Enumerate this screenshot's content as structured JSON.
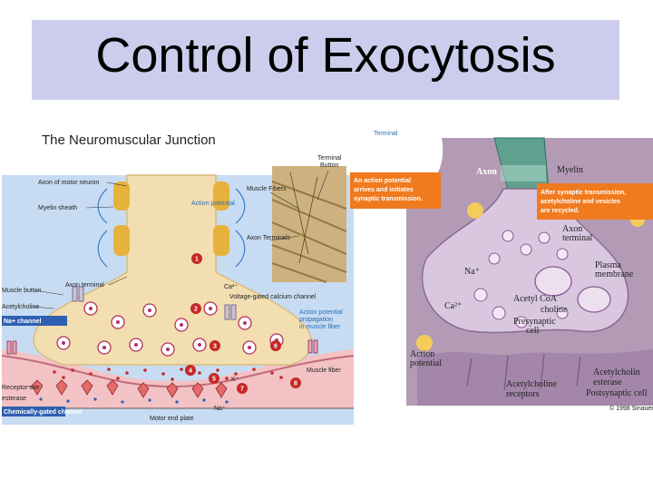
{
  "slide": {
    "title": "Control of Exocytosis"
  },
  "left_figure": {
    "title": "The Neuromuscular Junction",
    "labels": {
      "axon_motor_neuron": "Axon of motor neuron",
      "myelin_sheath": "Myelin sheath",
      "action_potential": "Action potential",
      "axon_terminal": "Axon terminal",
      "muscle_fibers": "Muscle Fibers",
      "axon_terminals": "Axon Terminals",
      "terminal_button_1": "Terminal",
      "terminal_button_2": "Button",
      "ca": "Ca²⁺",
      "voltage_gated_calcium": "Voltage-gated calcium channel",
      "muscle_button": "Muscle button",
      "acetylcholine": "Acetylcholine",
      "na_channel": "Na+ channel",
      "ap_propagation_1": "Action potential",
      "ap_propagation_2": "propagation",
      "ap_propagation_3": "in muscle fiber",
      "muscle_fiber": "Muscle fiber",
      "receptor_site": "Receptor site",
      "esterase": "esterase",
      "chem_gated_channel": "Chemically-gated channel",
      "na": "Na⁺",
      "k": "K⁺",
      "motor_end_plate": "Motor end plate"
    },
    "steps": [
      "1",
      "2",
      "3",
      "4",
      "5",
      "6",
      "7",
      "8"
    ]
  },
  "right_figure": {
    "labels": {
      "terminal": "Terminal",
      "axon": "Axon",
      "myelin": "Myelin",
      "note_left_1": "An action potential",
      "note_left_2": "arrives and initiates",
      "note_left_3": "synaptic transmission.",
      "note_right_1": "After synaptic transmission,",
      "note_right_2": "acetylcholine and vesicles",
      "note_right_3": "are recycled.",
      "axon_terminal_1": "Axon",
      "axon_terminal_2": "terminal",
      "na": "Na⁺",
      "ca": "Ca²⁺",
      "plasma_membrane_1": "Plasma",
      "plasma_membrane_2": "membrane",
      "acetyl_coa": "Acetyl CoA",
      "choline": "choline",
      "presynaptic_1": "Presynaptic",
      "presynaptic_2": "cell",
      "action_potential_1": "Action",
      "action_potential_2": "potential",
      "acetylcholine_receptors_1": "Acetylcholine",
      "acetylcholine_receptors_2": "receptors",
      "acetylcholinesterase_1": "Acetylcholin",
      "acetylcholinesterase_2": "esterase",
      "postsynaptic": "Postsynaptic cell",
      "copyright": "© 1998 Sinauer"
    }
  },
  "colors": {
    "title_bg": "#ccccec",
    "axon_tan": "#f2deb0",
    "myelin": "#e7b23b",
    "blue_bg": "#c7dcf2",
    "muscle_pink": "#f3c2c4",
    "orange": "#f07a1e",
    "purple_bg": "#b39bb6",
    "step_red": "#c62828"
  }
}
